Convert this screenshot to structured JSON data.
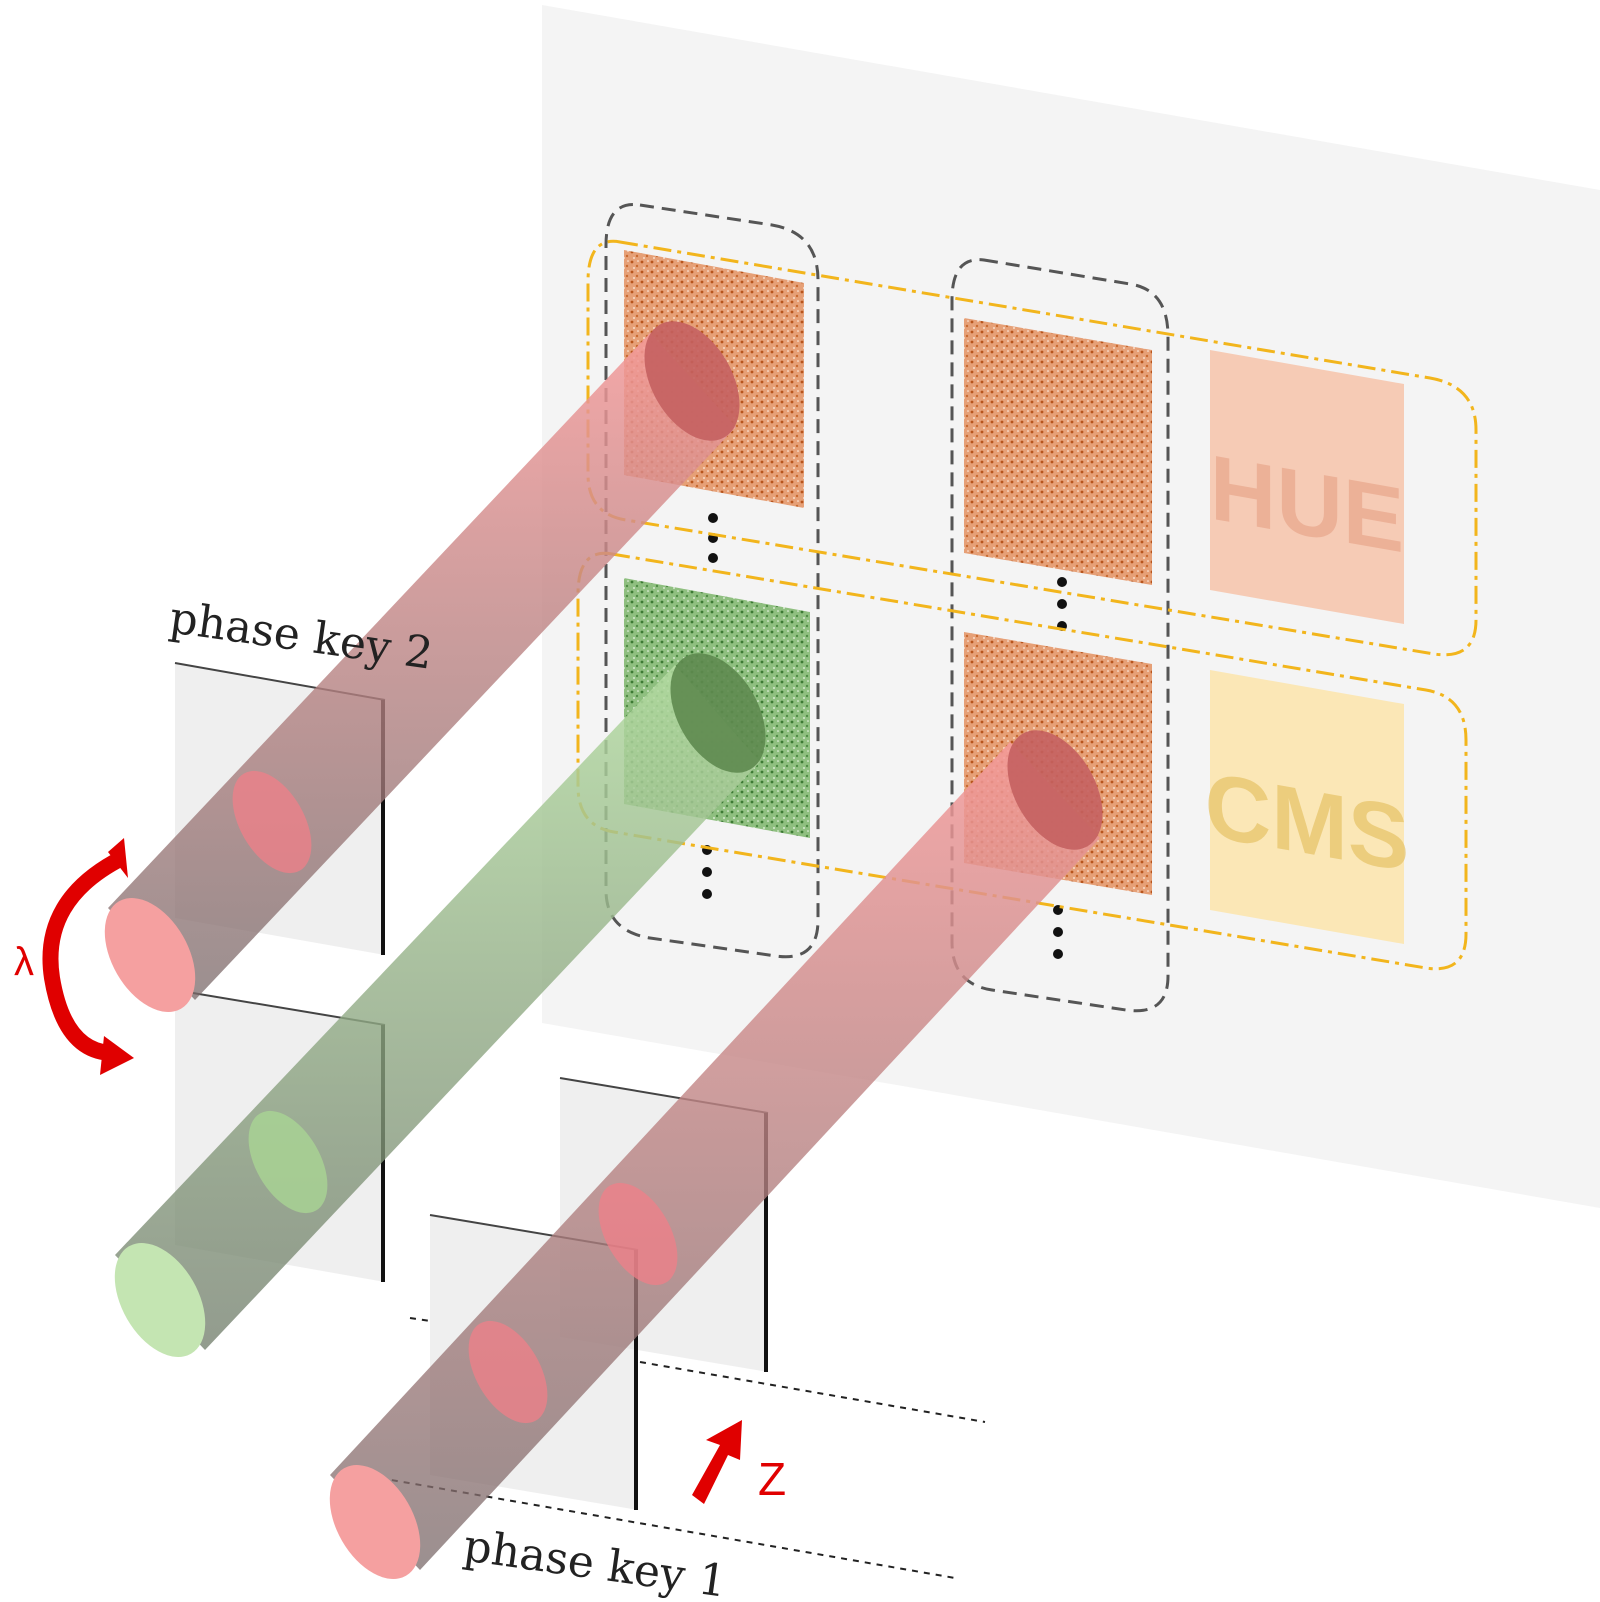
{
  "labels": {
    "phase_key_1": "phase key 1",
    "phase_key_2": "phase key 2",
    "lambda": "λ",
    "z": "Z"
  },
  "decoded_images": {
    "top": "HUE",
    "bottom": "CMS"
  },
  "colors": {
    "red_beam": "#f08080",
    "green_beam": "#9ccf8a",
    "hologram_orange": "#d9804a",
    "hologram_green": "#6fa660",
    "group_box_gray": "#555555",
    "group_box_yellow": "#f2b51c",
    "arrow_red": "#e00000",
    "hue_bg": "#f6cbb5",
    "cms_bg": "#fbe7b6"
  }
}
